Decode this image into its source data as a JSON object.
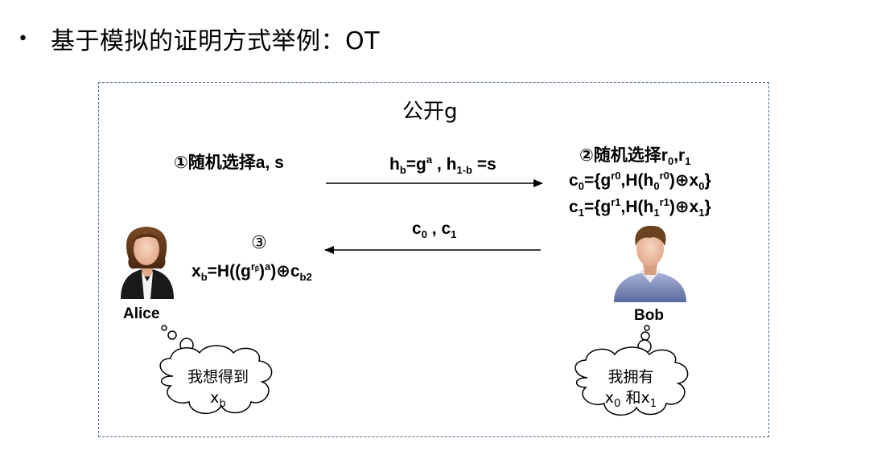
{
  "header": {
    "bullet": "•",
    "title": "基于模拟的证明方式举例：OT"
  },
  "diagram": {
    "public_label": "公开g",
    "alice_step": "①随机选择a, s",
    "msg1": {
      "h": "h",
      "b": "b",
      "eq": "=g",
      "a": "a",
      "sep": " , h",
      "one_b": "1-b",
      "tail": " =s"
    },
    "bob_step": {
      "text": "②随机选择r",
      "r0": "0",
      "comma": ",r",
      "r1": "1"
    },
    "c0_line": {
      "c": "c",
      "i": "0",
      "a": "={g",
      "r": "r0",
      "b": ",H(h",
      "h": "0",
      "r2": "r0",
      "c2": ")⊕x",
      "x": "0",
      "end": "}"
    },
    "c1_line": {
      "c": "c",
      "i": "1",
      "a": "={g",
      "r": "r1",
      "b": ",H(h",
      "h": "1",
      "r2": "r1",
      "c2": ")⊕x",
      "x": "1",
      "end": "}"
    },
    "msg2": {
      "c0": "c",
      "s0": "0",
      "sep": " , c",
      "s1": "1"
    },
    "step3_label": "③",
    "step3_formula": {
      "x": "x",
      "b": "b",
      "a": "=H((g",
      "rb": "rᵦ",
      "c": ")",
      "sa": "a",
      "d": ")⊕c",
      "b2": "b2"
    },
    "alice_name": "Alice",
    "bob_name": "Bob",
    "alice_cloud": {
      "line1": "我想得到",
      "x": "x",
      "b": "b"
    },
    "bob_cloud": {
      "line1": "我拥有",
      "x0": "x",
      "s0": "0",
      "and": " 和x",
      "s1": "1"
    }
  }
}
